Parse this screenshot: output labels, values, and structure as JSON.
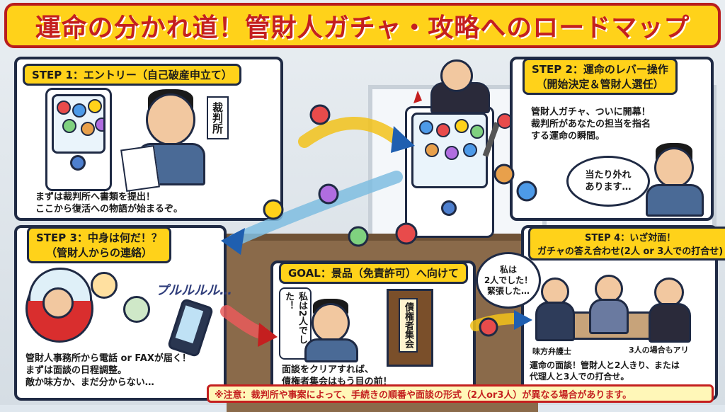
{
  "title": "運命の分かれ道！管財人ガチャ・攻略へのロードマップ",
  "step1": {
    "header": "STEP 1：エントリー（自己破産申立て）",
    "sign": "裁判所",
    "caption": "まずは裁判所へ書類を提出！\nここから復活への物語が始まるぞ。"
  },
  "step2": {
    "header": "STEP 2：運命のレバー操作\n（開始決定＆管財人選任）",
    "caption": "管財人ガチャ、ついに開幕！\n裁判所があなたの担当を指名\nする運命の瞬間。",
    "bubble": "当たり外れ\nあります…"
  },
  "step3": {
    "header": "STEP 3：中身は何だ！？\n（管財人からの連絡）",
    "ring": "プルルルル…",
    "caption": "管財人事務所から電話 or FAXが届く！\nまずは面談の日程調整。\n敵か味方か、まだ分からない…"
  },
  "goal": {
    "header": "GOAL：景品（免責許可）へ向けて",
    "speech_vertical": "私は2人でした！",
    "door_sign": "債権者集会",
    "caption": "面談をクリアすれば、\n債権者集会はもう目の前！"
  },
  "step4": {
    "header": "STEP 4：いざ対面！\nガチャの答え合わせ(2人 or 3人での打合せ)",
    "bubble": "私は\n2人でした！\n緊張した…",
    "lawyer_label": "味方弁護士",
    "three_label": "3人の場合もアリ",
    "caption": "運命の面談！管財人と2人きり、または\n代理人と3人での打合せ。"
  },
  "notice": "※注意：裁判所や事案によって、手続きの順番や面談の形式（2人or3人）が異なる場合があります。",
  "colors": {
    "banner": "#ffd21a",
    "title_red": "#c41f1f",
    "outline": "#1f2a44"
  }
}
